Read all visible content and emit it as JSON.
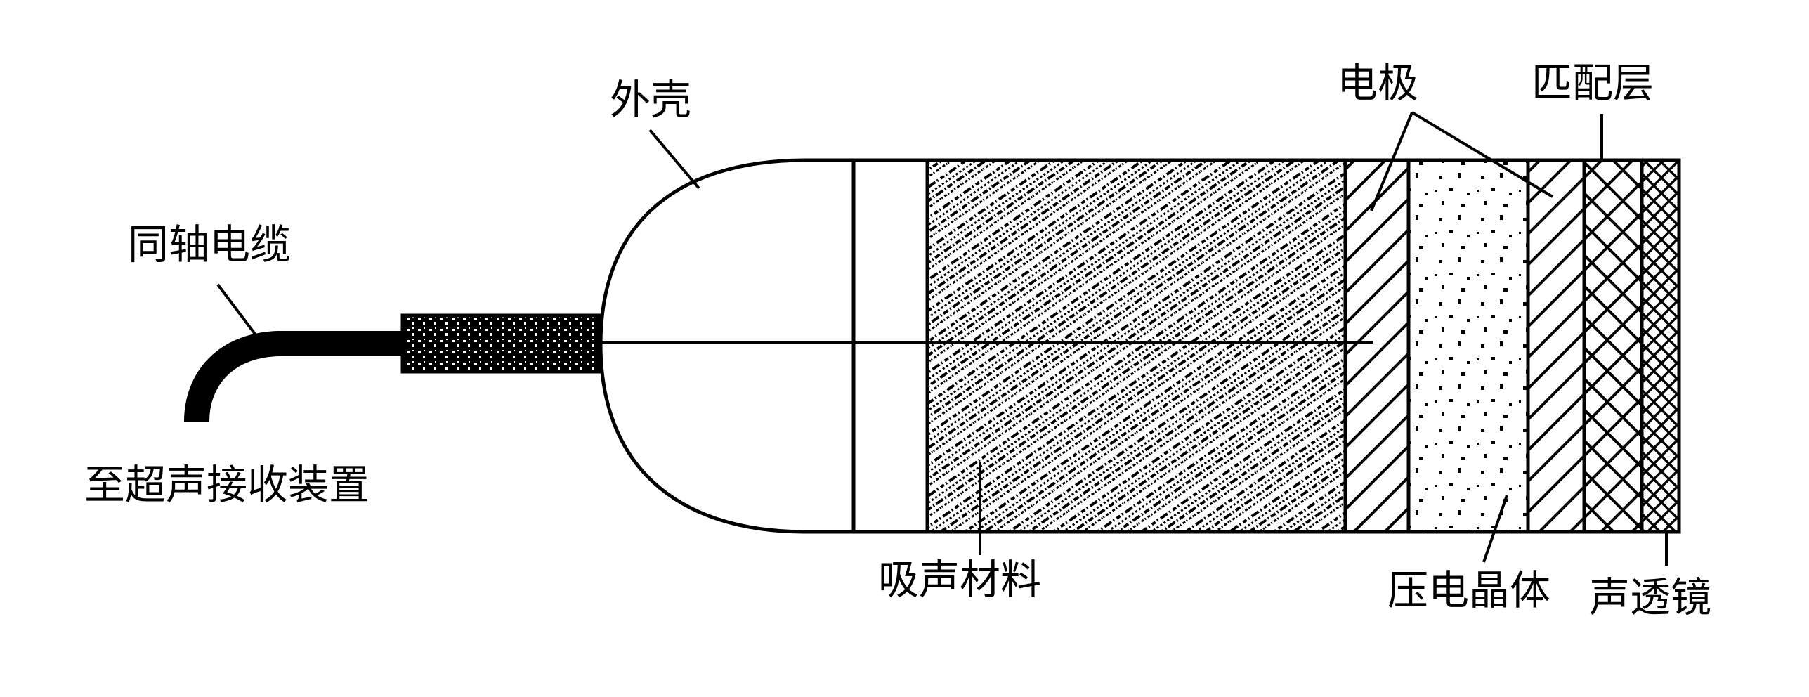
{
  "labels": {
    "shell": "外壳",
    "coax_cable": "同轴电缆",
    "to_receiver": "至超声接收装置",
    "absorber": "吸声材料",
    "electrode": "电极",
    "matching_layer": "匹配层",
    "piezo_crystal": "压电晶体",
    "acoustic_lens": "声透镜"
  }
}
